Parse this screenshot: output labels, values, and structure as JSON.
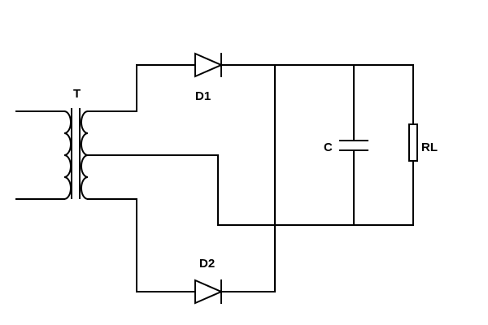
{
  "diagram": {
    "type": "full-wave-rectifier-circuit",
    "components": {
      "transformer": {
        "label": "T"
      },
      "diode_top": {
        "label": "D1"
      },
      "diode_bottom": {
        "label": "D2"
      },
      "capacitor": {
        "label": "C"
      },
      "load_resistor": {
        "label": "RL"
      }
    },
    "colors": {
      "line": "#000000",
      "background": "#ffffff"
    }
  }
}
